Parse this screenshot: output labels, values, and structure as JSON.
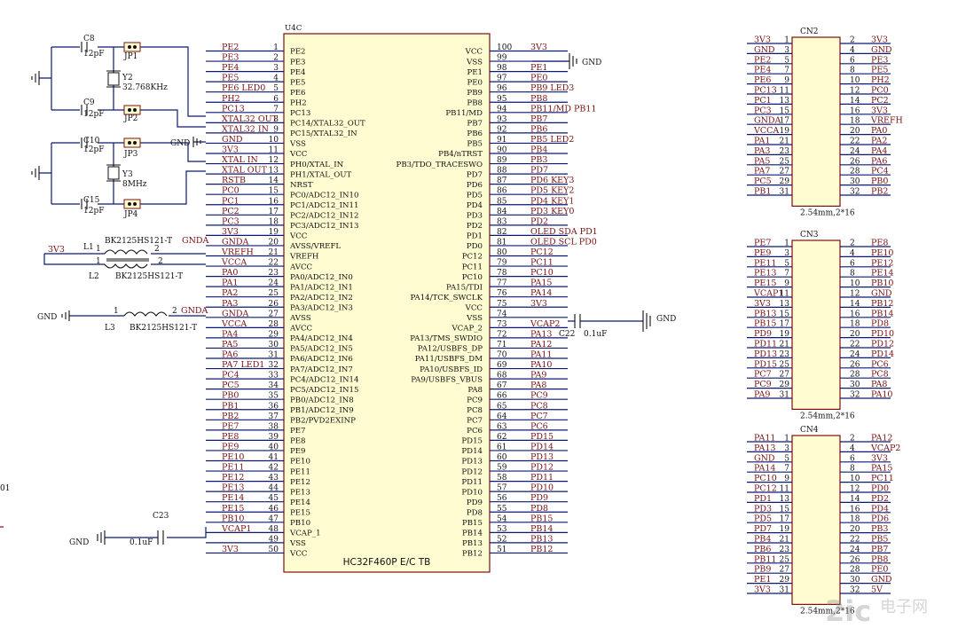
{
  "chip": {
    "ref": "U4C",
    "part": "HC32F460P E/C TB",
    "left_pins": [
      {
        "n": "1",
        "name": "PE2",
        "net": "PE2"
      },
      {
        "n": "2",
        "name": "PE3",
        "net": "PE3"
      },
      {
        "n": "3",
        "name": "PE4",
        "net": "PE4"
      },
      {
        "n": "4",
        "name": "PE5",
        "net": "PE5"
      },
      {
        "n": "5",
        "name": "PE6",
        "net": "PE6  LED0"
      },
      {
        "n": "6",
        "name": "PH2",
        "net": "PH2"
      },
      {
        "n": "7",
        "name": "PC13",
        "net": "PC13"
      },
      {
        "n": "8",
        "name": "PC14/XTAL32_OUT",
        "net": "XTAL32 OUT"
      },
      {
        "n": "9",
        "name": "PC15/XTAL32_IN",
        "net": "XTAL32 IN"
      },
      {
        "n": "10",
        "name": "VSS",
        "net": "GND"
      },
      {
        "n": "11",
        "name": "VCC",
        "net": "3V3"
      },
      {
        "n": "12",
        "name": "PH0/XTAL_IN",
        "net": "XTAL IN"
      },
      {
        "n": "13",
        "name": "PH1/XTAL_OUT",
        "net": "XTAL OUT"
      },
      {
        "n": "14",
        "name": "NRST",
        "net": "RSTB"
      },
      {
        "n": "15",
        "name": "PC0/ADC12_IN10",
        "net": "PC0"
      },
      {
        "n": "16",
        "name": "PC1/ADC12_IN11",
        "net": "PC1"
      },
      {
        "n": "17",
        "name": "PC2/ADC12_IN12",
        "net": "PC2"
      },
      {
        "n": "18",
        "name": "PC3/ADC12_IN13",
        "net": "PC3"
      },
      {
        "n": "19",
        "name": "VCC",
        "net": "3V3"
      },
      {
        "n": "20",
        "name": "AVSS/VREFL",
        "net": "GNDA"
      },
      {
        "n": "21",
        "name": "VREFH",
        "net": "VREFH"
      },
      {
        "n": "22",
        "name": "AVCC",
        "net": "VCCA"
      },
      {
        "n": "23",
        "name": "PA0/ADC12_IN0",
        "net": "PA0"
      },
      {
        "n": "24",
        "name": "PA1/ADC12_IN1",
        "net": "PA1"
      },
      {
        "n": "25",
        "name": "PA2/ADC12_IN2",
        "net": "PA2"
      },
      {
        "n": "26",
        "name": "PA3/ADC12_IN3",
        "net": "PA3"
      },
      {
        "n": "27",
        "name": "AVSS",
        "net": "GNDA"
      },
      {
        "n": "28",
        "name": "AVCC",
        "net": "VCCA"
      },
      {
        "n": "29",
        "name": "PA4/ADC12_IN4",
        "net": "PA4"
      },
      {
        "n": "30",
        "name": "PA5/ADC12_IN5",
        "net": "PA5"
      },
      {
        "n": "31",
        "name": "PA6/ADC12_IN6",
        "net": "PA6"
      },
      {
        "n": "32",
        "name": "PA7/ADC12_IN7",
        "net": "PA7  LED1"
      },
      {
        "n": "33",
        "name": "PC4/ADC12_IN14",
        "net": "PC4"
      },
      {
        "n": "34",
        "name": "PC5/ADC12_IN15",
        "net": "PC5"
      },
      {
        "n": "35",
        "name": "PB0/ADC12_IN8",
        "net": "PB0"
      },
      {
        "n": "36",
        "name": "PB1/ADC12_IN9",
        "net": "PB1"
      },
      {
        "n": "37",
        "name": "PB2/PVD2EXINP",
        "net": "PB2"
      },
      {
        "n": "38",
        "name": "PE7",
        "net": "PE7"
      },
      {
        "n": "39",
        "name": "PE8",
        "net": "PE8"
      },
      {
        "n": "40",
        "name": "PE9",
        "net": "PE9"
      },
      {
        "n": "41",
        "name": "PE10",
        "net": "PE10"
      },
      {
        "n": "42",
        "name": "PE11",
        "net": "PE11"
      },
      {
        "n": "43",
        "name": "PE12",
        "net": "PE12"
      },
      {
        "n": "44",
        "name": "PE13",
        "net": "PE13"
      },
      {
        "n": "45",
        "name": "PE14",
        "net": "PE14"
      },
      {
        "n": "46",
        "name": "PE15",
        "net": "PE15"
      },
      {
        "n": "47",
        "name": "PB10",
        "net": "PB10"
      },
      {
        "n": "48",
        "name": "VCAP_1",
        "net": "VCAP1"
      },
      {
        "n": "49",
        "name": "VSS",
        "net": ""
      },
      {
        "n": "50",
        "name": "VCC",
        "net": "3V3"
      }
    ],
    "right_pins": [
      {
        "n": "100",
        "name": "VCC",
        "net": "3V3"
      },
      {
        "n": "99",
        "name": "VSS",
        "net": ""
      },
      {
        "n": "98",
        "name": "PE1",
        "net": "PE1"
      },
      {
        "n": "97",
        "name": "PE0",
        "net": "PE0"
      },
      {
        "n": "96",
        "name": "PB9",
        "net": "PB9   LED3"
      },
      {
        "n": "95",
        "name": "PB8",
        "net": "PB8"
      },
      {
        "n": "94",
        "name": "PB11/MD",
        "net": "PB11/MD   PB11"
      },
      {
        "n": "93",
        "name": "PB7",
        "net": "PB7"
      },
      {
        "n": "92",
        "name": "PB6",
        "net": "PB6"
      },
      {
        "n": "91",
        "name": "PB5",
        "net": "PB5    LED2"
      },
      {
        "n": "90",
        "name": "PB4/nTRST",
        "net": "PB4"
      },
      {
        "n": "89",
        "name": "PB3/TDO_TRACESWO",
        "net": "PB3"
      },
      {
        "n": "88",
        "name": "PD7",
        "net": "PD7"
      },
      {
        "n": "87",
        "name": "PD6",
        "net": "PD6      KEY3"
      },
      {
        "n": "86",
        "name": "PD5",
        "net": "PD5      KEY2"
      },
      {
        "n": "85",
        "name": "PD4",
        "net": "PD4      KEY1"
      },
      {
        "n": "84",
        "name": "PD3",
        "net": "PD3      KEY0"
      },
      {
        "n": "83",
        "name": "PD2",
        "net": "PD2"
      },
      {
        "n": "82",
        "name": "PD1",
        "net": "OLED SDA   PD1"
      },
      {
        "n": "81",
        "name": "PD0",
        "net": "OLED SCL   PD0"
      },
      {
        "n": "80",
        "name": "PC12",
        "net": "PC12"
      },
      {
        "n": "79",
        "name": "PC11",
        "net": "PC11"
      },
      {
        "n": "78",
        "name": "PC10",
        "net": "PC10"
      },
      {
        "n": "77",
        "name": "PA15/TDI",
        "net": "PA15"
      },
      {
        "n": "76",
        "name": "PA14/TCK_SWCLK",
        "net": "PA14"
      },
      {
        "n": "75",
        "name": "VCC",
        "net": "3V3"
      },
      {
        "n": "74",
        "name": "VSS",
        "net": ""
      },
      {
        "n": "73",
        "name": "VCAP_2",
        "net": "VCAP2"
      },
      {
        "n": "72",
        "name": "PA13/TMS_SWDIO",
        "net": "PA13"
      },
      {
        "n": "71",
        "name": "PA12/USBFS_DP",
        "net": "PA12"
      },
      {
        "n": "70",
        "name": "PA11/USBFS_DM",
        "net": "PA11"
      },
      {
        "n": "69",
        "name": "PA10/USBFS_ID",
        "net": "PA10"
      },
      {
        "n": "68",
        "name": "PA9/USBFS_VBUS",
        "net": "PA9"
      },
      {
        "n": "67",
        "name": "PA8",
        "net": "PA8"
      },
      {
        "n": "66",
        "name": "PC9",
        "net": "PC9"
      },
      {
        "n": "65",
        "name": "PC8",
        "net": "PC8"
      },
      {
        "n": "64",
        "name": "PC7",
        "net": "PC7"
      },
      {
        "n": "63",
        "name": "PC6",
        "net": "PC6"
      },
      {
        "n": "62",
        "name": "PD15",
        "net": "PD15"
      },
      {
        "n": "61",
        "name": "PD14",
        "net": "PD14"
      },
      {
        "n": "60",
        "name": "PD13",
        "net": "PD13"
      },
      {
        "n": "59",
        "name": "PD12",
        "net": "PD12"
      },
      {
        "n": "58",
        "name": "PD11",
        "net": "PD11"
      },
      {
        "n": "57",
        "name": "PD10",
        "net": "PD10"
      },
      {
        "n": "56",
        "name": "PD9",
        "net": "PD9"
      },
      {
        "n": "55",
        "name": "PD8",
        "net": "PD8"
      },
      {
        "n": "54",
        "name": "PB15",
        "net": "PB15"
      },
      {
        "n": "53",
        "name": "PB14",
        "net": "PB14"
      },
      {
        "n": "52",
        "name": "PB13",
        "net": "PB13"
      },
      {
        "n": "51",
        "name": "PB12",
        "net": "PB12"
      }
    ]
  },
  "crystals": [
    {
      "ref": "Y2",
      "value": "32.768KHz",
      "caps": [
        {
          "ref": "C8",
          "value": "12pF"
        },
        {
          "ref": "C9",
          "value": "12pF"
        }
      ],
      "jumpers": [
        "JP1",
        "JP2"
      ]
    },
    {
      "ref": "Y3",
      "value": "8MHz",
      "caps": [
        {
          "ref": "C10",
          "value": "12pF"
        },
        {
          "ref": "C15",
          "value": "12pF"
        }
      ],
      "jumpers": [
        "JP3",
        "JP4"
      ]
    }
  ],
  "inductors": [
    {
      "ref": "L1",
      "part": "BK2125HS121-T",
      "net_left": "3V3",
      "pin1": "1",
      "pin2": "2",
      "net_right": "GNDA"
    },
    {
      "ref": "L2",
      "part": "BK2125HS121-T",
      "pin1": "1",
      "pin2": "2"
    },
    {
      "ref": "L3",
      "part": "BK2125HS121-T",
      "net_left": "GND",
      "pin1": "1",
      "pin2": "2",
      "net_right": "GNDA"
    }
  ],
  "caps": [
    {
      "ref": "C22",
      "value": "0.1uF"
    },
    {
      "ref": "C23",
      "value": "0.1uF"
    }
  ],
  "gnd_label": "GND",
  "stray_label": "01",
  "connectors": [
    {
      "ref": "CN2",
      "footprint": "2.54mm,2*16",
      "rows": [
        [
          "3V3",
          "1",
          "2",
          "3V3"
        ],
        [
          "GND",
          "3",
          "4",
          "GND"
        ],
        [
          "PE2",
          "5",
          "6",
          "PE3"
        ],
        [
          "PE4",
          "7",
          "8",
          "PE5"
        ],
        [
          "PE6",
          "9",
          "10",
          "PH2"
        ],
        [
          "PC13",
          "11",
          "12",
          "PC0"
        ],
        [
          "PC1",
          "13",
          "14",
          "PC2"
        ],
        [
          "PC3",
          "15",
          "16",
          "3V3"
        ],
        [
          "GNDA",
          "17",
          "18",
          "VREFH"
        ],
        [
          "VCCA",
          "19",
          "20",
          "PA0"
        ],
        [
          "PA1",
          "21",
          "22",
          "PA2"
        ],
        [
          "PA3",
          "23",
          "24",
          "PA4"
        ],
        [
          "PA5",
          "25",
          "26",
          "PA6"
        ],
        [
          "PA7",
          "27",
          "28",
          "PC4"
        ],
        [
          "PC5",
          "29",
          "30",
          "PB0"
        ],
        [
          "PB1",
          "31",
          "32",
          "PB2"
        ]
      ]
    },
    {
      "ref": "CN3",
      "footprint": "2.54mm,2*16",
      "rows": [
        [
          "PE7",
          "1",
          "2",
          "PE8"
        ],
        [
          "PE9",
          "3",
          "4",
          "PE10"
        ],
        [
          "PE11",
          "5",
          "6",
          "PE12"
        ],
        [
          "PE13",
          "7",
          "8",
          "PE14"
        ],
        [
          "PE15",
          "9",
          "10",
          "PB10"
        ],
        [
          "VCAP1",
          "11",
          "12",
          "GND"
        ],
        [
          "3V3",
          "13",
          "14",
          "PB12"
        ],
        [
          "PB13",
          "15",
          "16",
          "PB14"
        ],
        [
          "PB15",
          "17",
          "18",
          "PD8"
        ],
        [
          "PD9",
          "19",
          "20",
          "PD10"
        ],
        [
          "PD11",
          "21",
          "22",
          "PD12"
        ],
        [
          "PD13",
          "23",
          "24",
          "PD14"
        ],
        [
          "PD15",
          "25",
          "26",
          "PC6"
        ],
        [
          "PC7",
          "27",
          "28",
          "PC8"
        ],
        [
          "PC9",
          "29",
          "30",
          "PA8"
        ],
        [
          "PA9",
          "31",
          "32",
          "PA10"
        ]
      ]
    },
    {
      "ref": "CN4",
      "footprint": "2.54mm,2*16",
      "rows": [
        [
          "PA11",
          "1",
          "2",
          "PA12"
        ],
        [
          "PA13",
          "3",
          "4",
          "VCAP2"
        ],
        [
          "GND",
          "5",
          "6",
          "3V3"
        ],
        [
          "PA14",
          "7",
          "8",
          "PA15"
        ],
        [
          "PC10",
          "9",
          "10",
          "PC11"
        ],
        [
          "PC12",
          "11",
          "12",
          "PD0"
        ],
        [
          "PD1",
          "13",
          "14",
          "PD2"
        ],
        [
          "PD3",
          "15",
          "16",
          "PD4"
        ],
        [
          "PD5",
          "17",
          "18",
          "PD6"
        ],
        [
          "PD7",
          "19",
          "20",
          "PB3"
        ],
        [
          "PB4",
          "21",
          "22",
          "PB5"
        ],
        [
          "PB6",
          "23",
          "24",
          "PB7"
        ],
        [
          "PB11",
          "25",
          "26",
          "PB8"
        ],
        [
          "PB9",
          "27",
          "28",
          "PE0"
        ],
        [
          "PE1",
          "29",
          "30",
          "GND"
        ],
        [
          "3V3",
          "31",
          "32",
          "5V"
        ]
      ]
    }
  ],
  "watermark": {
    "text": "电子网",
    "latin": "2ic"
  },
  "colors": {
    "wire": "#0a1a70",
    "label": "#7a1010",
    "body": "#fefcd0",
    "outline": "#7a1010"
  }
}
